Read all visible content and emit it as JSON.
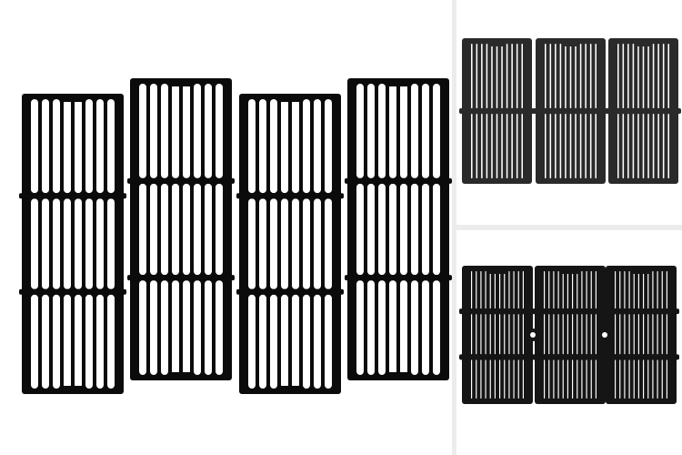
{
  "image": {
    "panels": [
      {
        "id": "left",
        "subject": "four-grill-grates",
        "grate_count": 4,
        "color": "#0b0b0b"
      },
      {
        "id": "right-top",
        "subject": "three-grill-grates",
        "grate_count": 3,
        "color": "#2a2a2a"
      },
      {
        "id": "right-bottom",
        "subject": "three-grill-grates-interlocked",
        "grate_count": 3,
        "color": "#151515"
      }
    ],
    "divider_color": "#ececec",
    "background": "#ffffff"
  }
}
